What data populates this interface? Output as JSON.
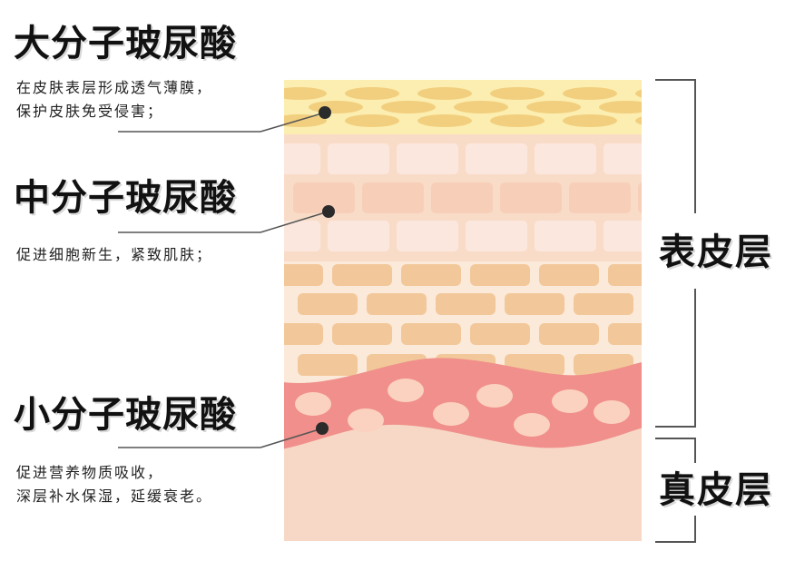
{
  "annotations": [
    {
      "title": "大分子玻尿酸",
      "description": [
        "在皮肤表层形成透气薄膜，",
        "保护皮肤免受侵害；"
      ]
    },
    {
      "title": "中分子玻尿酸",
      "description": [
        "促进细胞新生，紧致肌肤；"
      ]
    },
    {
      "title": "小分子玻尿酸",
      "description": [
        "促进营养物质吸收，",
        "深层补水保湿，延缓衰老。"
      ]
    }
  ],
  "layers": {
    "epidermis": "表皮层",
    "dermis": "真皮层"
  },
  "colors": {
    "surface_layer": "#fbeeb0",
    "surface_cells": "#f2cf7e",
    "upper_bg": "#f9dcc8",
    "upper_cells": "#fbe7de",
    "mid_cells": "#f7cfb8",
    "lower_bg": "#fbe9d9",
    "lower_cells": "#f2c89a",
    "wave_band": "#f08f8b",
    "wave_dots": "#fbd2bf",
    "dermis": "#f7d8c6",
    "marker": "#2b2b2b",
    "bracket": "#555555"
  }
}
